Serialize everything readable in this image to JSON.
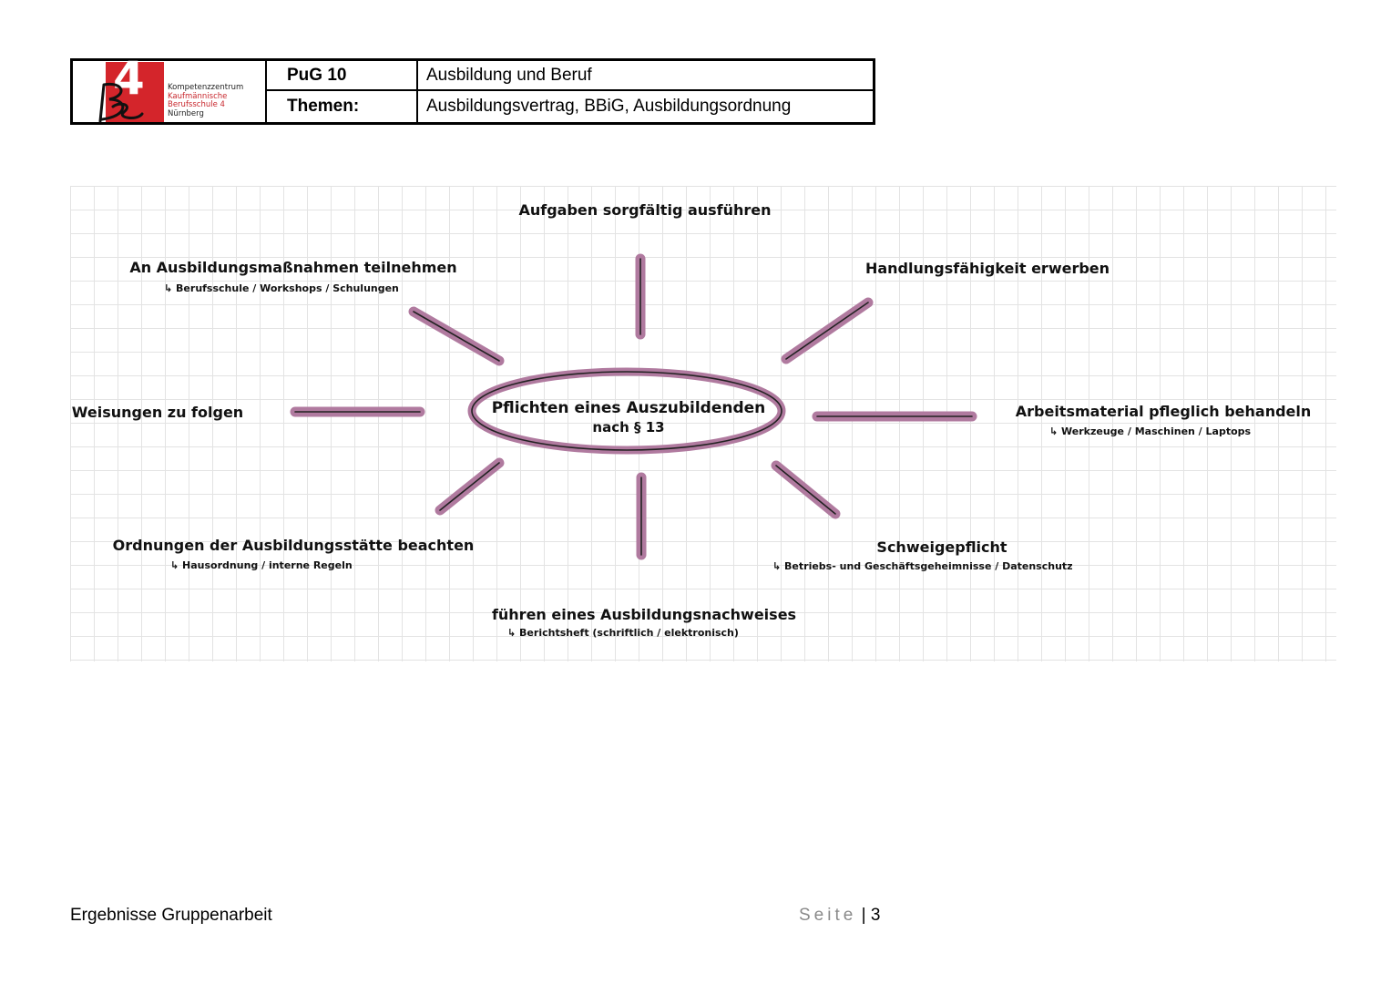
{
  "header": {
    "logo": {
      "lines": [
        "Kompetenzzentrum",
        "Kaufmännische",
        "Berufsschule 4",
        "Nürnberg"
      ],
      "colors": {
        "red": "#d4252b",
        "dark": "#111111"
      }
    },
    "rows": [
      {
        "key": "PuG 10",
        "value": "Ausbildung und Beruf"
      },
      {
        "key": "Themen:",
        "value": "Ausbildungsvertrag, BBiG, Ausbildungsordnung"
      }
    ]
  },
  "mindmap": {
    "center": {
      "line1": "Pflichten eines Auszubildenden",
      "line2": "nach § 13"
    },
    "accent_color": "#b07a9f",
    "branches": [
      {
        "id": "top",
        "title": "Aufgaben sorgfältig ausführen",
        "sub": ""
      },
      {
        "id": "top-right",
        "title": "Handlungsfähigkeit erwerben",
        "sub": ""
      },
      {
        "id": "right",
        "title": "Arbeitsmaterial pfleglich behandeln",
        "sub": "↳ Werkzeuge / Maschinen / Laptops"
      },
      {
        "id": "bottom-right",
        "title": "Schweigepflicht",
        "sub": "↳ Betriebs- und Geschäftsgeheimnisse / Datenschutz"
      },
      {
        "id": "bottom",
        "title": "führen eines Ausbildungsnachweises",
        "sub": "↳ Berichtsheft (schriftlich / elektronisch)"
      },
      {
        "id": "bottom-left",
        "title": "Ordnungen der Ausbildungsstätte beachten",
        "sub": "↳ Hausordnung / interne Regeln"
      },
      {
        "id": "left",
        "title": "Weisungen zu folgen",
        "sub": ""
      },
      {
        "id": "top-left",
        "title": "An Ausbildungsmaßnahmen teilnehmen",
        "sub": "↳ Berufsschule / Workshops / Schulungen"
      }
    ]
  },
  "footer": {
    "left": "Ergebnisse Gruppenarbeit",
    "page_label": "Seite",
    "separator": "|",
    "page_number": "3"
  }
}
